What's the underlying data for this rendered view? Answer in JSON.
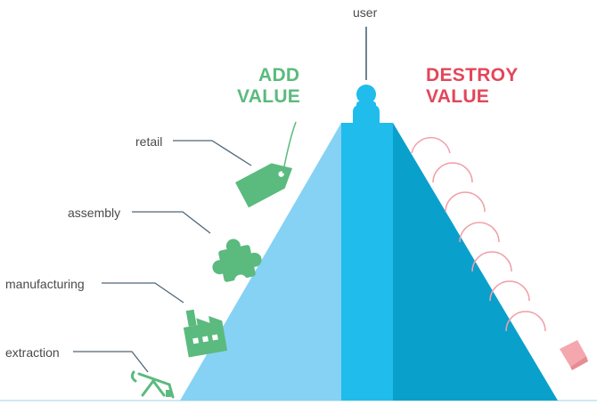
{
  "top": {
    "user_label": "user"
  },
  "headings": {
    "add": {
      "line1": "ADD",
      "line2": "VALUE"
    },
    "destroy": {
      "line1": "DESTROY",
      "line2": "VALUE"
    }
  },
  "stages": [
    {
      "label": "retail",
      "icon": "price-tag-icon"
    },
    {
      "label": "assembly",
      "icon": "puzzle-piece-icon"
    },
    {
      "label": "manufacturing",
      "icon": "factory-icon"
    },
    {
      "label": "extraction",
      "icon": "oil-pump-icon"
    }
  ],
  "colors": {
    "add_green": "#5bba7e",
    "destroy_red": "#e3465a",
    "pyramid_left": "#85d2f4",
    "pyramid_center": "#1fbcec",
    "pyramid_right": "#0aa0cc",
    "waste_scallop": "#f0a0a8",
    "trash_pink": "#f4a8ae",
    "label_text": "#4a4a4a"
  }
}
